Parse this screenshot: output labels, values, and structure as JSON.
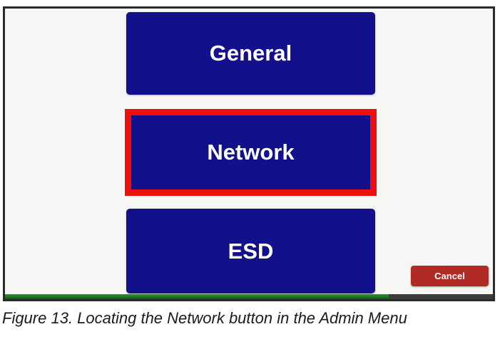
{
  "screen": {
    "buttons": [
      {
        "label": "General",
        "highlighted": false
      },
      {
        "label": "Network",
        "highlighted": true
      },
      {
        "label": "ESD",
        "highlighted": false
      }
    ],
    "cancel_label": "Cancel"
  },
  "caption": "Figure 13. Locating the Network button in the Admin Menu",
  "progress_percent": 78.7,
  "colors": {
    "menu_button": "#12108a",
    "menu_button_text": "#ffffff",
    "highlight_border": "#ee0f0f",
    "cancel_button": "#b02a26",
    "progress_green": "#1f7a1f",
    "track_dark": "#3c3c3c",
    "screen_bg": "#f6f6f4",
    "screen_border": "#2a2a2a"
  }
}
